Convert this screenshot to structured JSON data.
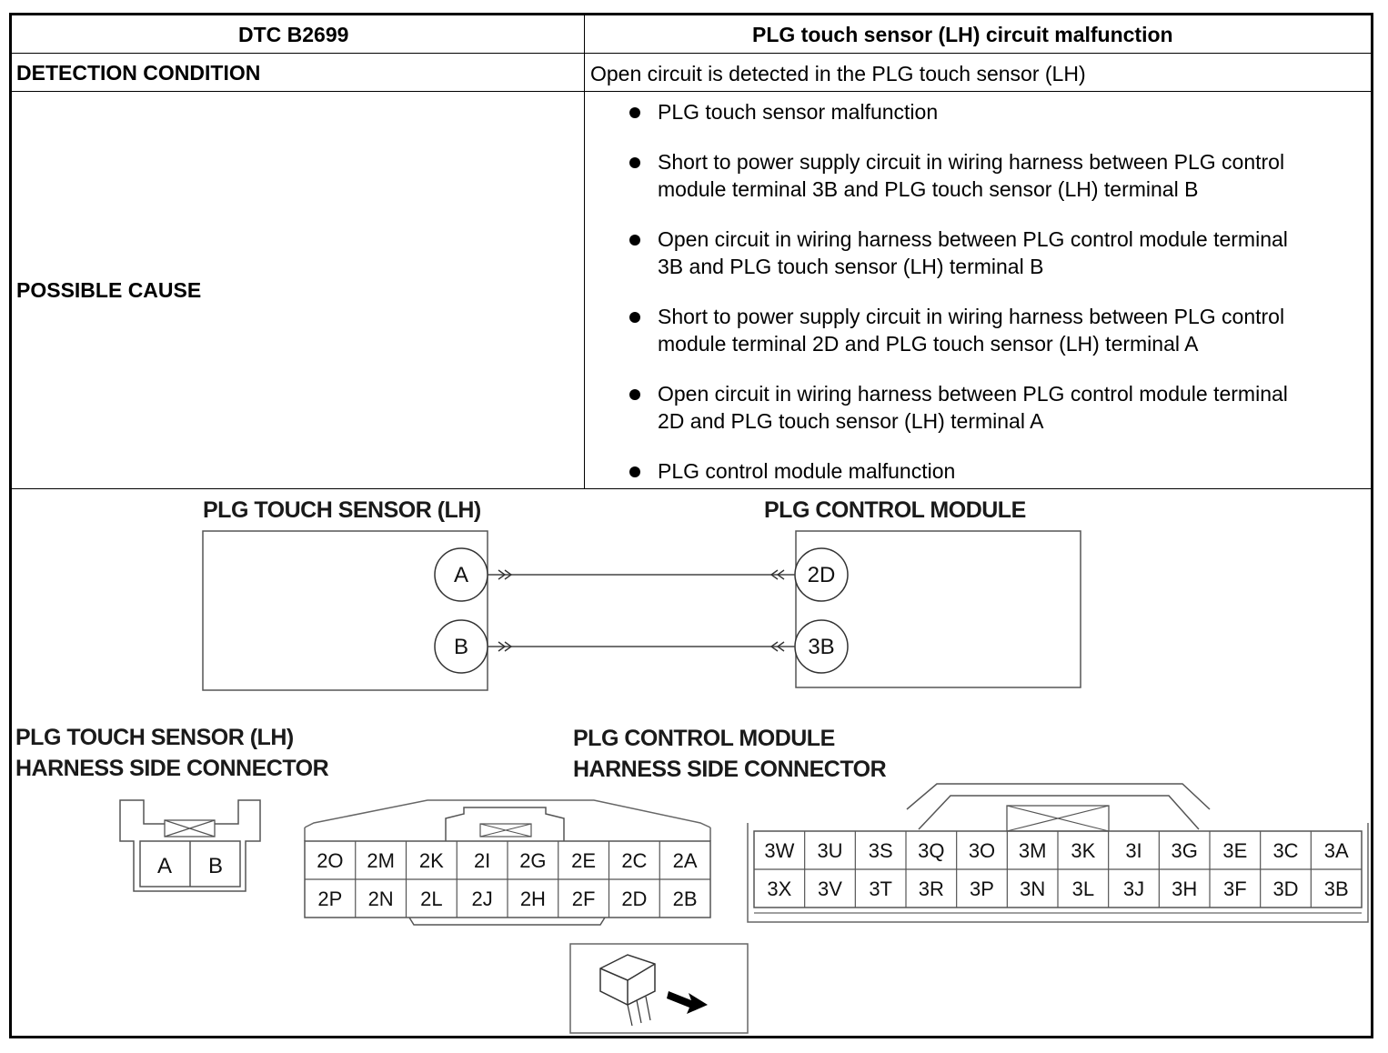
{
  "table": {
    "header_left": "DTC B2699",
    "header_right": "PLG touch sensor (LH) circuit malfunction",
    "detection_label": "DETECTION CONDITION",
    "detection_value": "Open circuit is detected in the PLG touch sensor (LH)",
    "cause_label": "POSSIBLE CAUSE",
    "causes": [
      {
        "line1": "PLG touch sensor malfunction",
        "line2": ""
      },
      {
        "line1": "Short to power supply circuit in wiring harness between PLG control",
        "line2": "module terminal 3B and PLG touch sensor (LH) terminal B"
      },
      {
        "line1": "Open circuit in wiring harness between PLG control module terminal",
        "line2": "3B and PLG touch sensor (LH) terminal B"
      },
      {
        "line1": "Short to power supply circuit in wiring harness between PLG control",
        "line2": "module terminal 2D and PLG touch sensor (LH) terminal A"
      },
      {
        "line1": "Open circuit in wiring harness between PLG control module terminal",
        "line2": "2D and PLG touch sensor (LH) terminal A"
      },
      {
        "line1": "PLG control module malfunction",
        "line2": ""
      }
    ]
  },
  "wiring": {
    "sensor_title": "PLG TOUCH SENSOR (LH)",
    "module_title": "PLG CONTROL MODULE",
    "sensor_pins": [
      "A",
      "B"
    ],
    "module_pins": [
      "2D",
      "3B"
    ]
  },
  "connectors": {
    "sensor_title_1": "PLG TOUCH SENSOR (LH)",
    "sensor_title_2": "HARNESS SIDE CONNECTOR",
    "module_title_1": "PLG CONTROL MODULE",
    "module_title_2": "HARNESS SIDE CONNECTOR",
    "sensor_terminals": [
      "A",
      "B"
    ],
    "module_2_top": [
      "2O",
      "2M",
      "2K",
      "2I",
      "2G",
      "2E",
      "2C",
      "2A"
    ],
    "module_2_bottom": [
      "2P",
      "2N",
      "2L",
      "2J",
      "2H",
      "2F",
      "2D",
      "2B"
    ],
    "module_3_top": [
      "3W",
      "3U",
      "3S",
      "3Q",
      "3O",
      "3M",
      "3K",
      "3I",
      "3G",
      "3E",
      "3C",
      "3A"
    ],
    "module_3_bottom": [
      "3X",
      "3V",
      "3T",
      "3R",
      "3P",
      "3N",
      "3L",
      "3J",
      "3H",
      "3F",
      "3D",
      "3B"
    ]
  }
}
